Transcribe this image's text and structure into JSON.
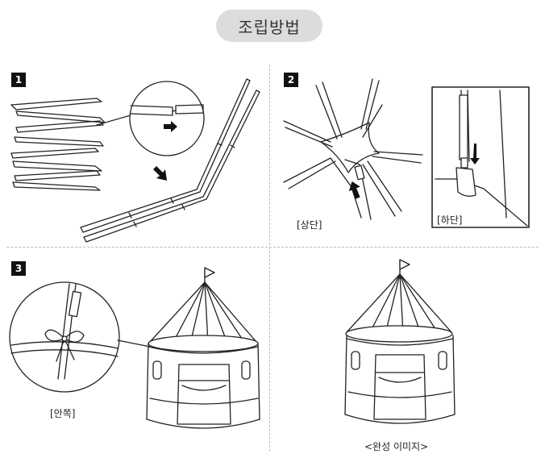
{
  "title": "조립방법",
  "steps": [
    {
      "number": "1"
    },
    {
      "number": "2",
      "captions": {
        "top": "[상단]",
        "bottom": "[하단]"
      }
    },
    {
      "number": "3",
      "captions": {
        "inside": "[안쪽]"
      }
    }
  ],
  "completed_caption": "<완성 이미지>"
}
